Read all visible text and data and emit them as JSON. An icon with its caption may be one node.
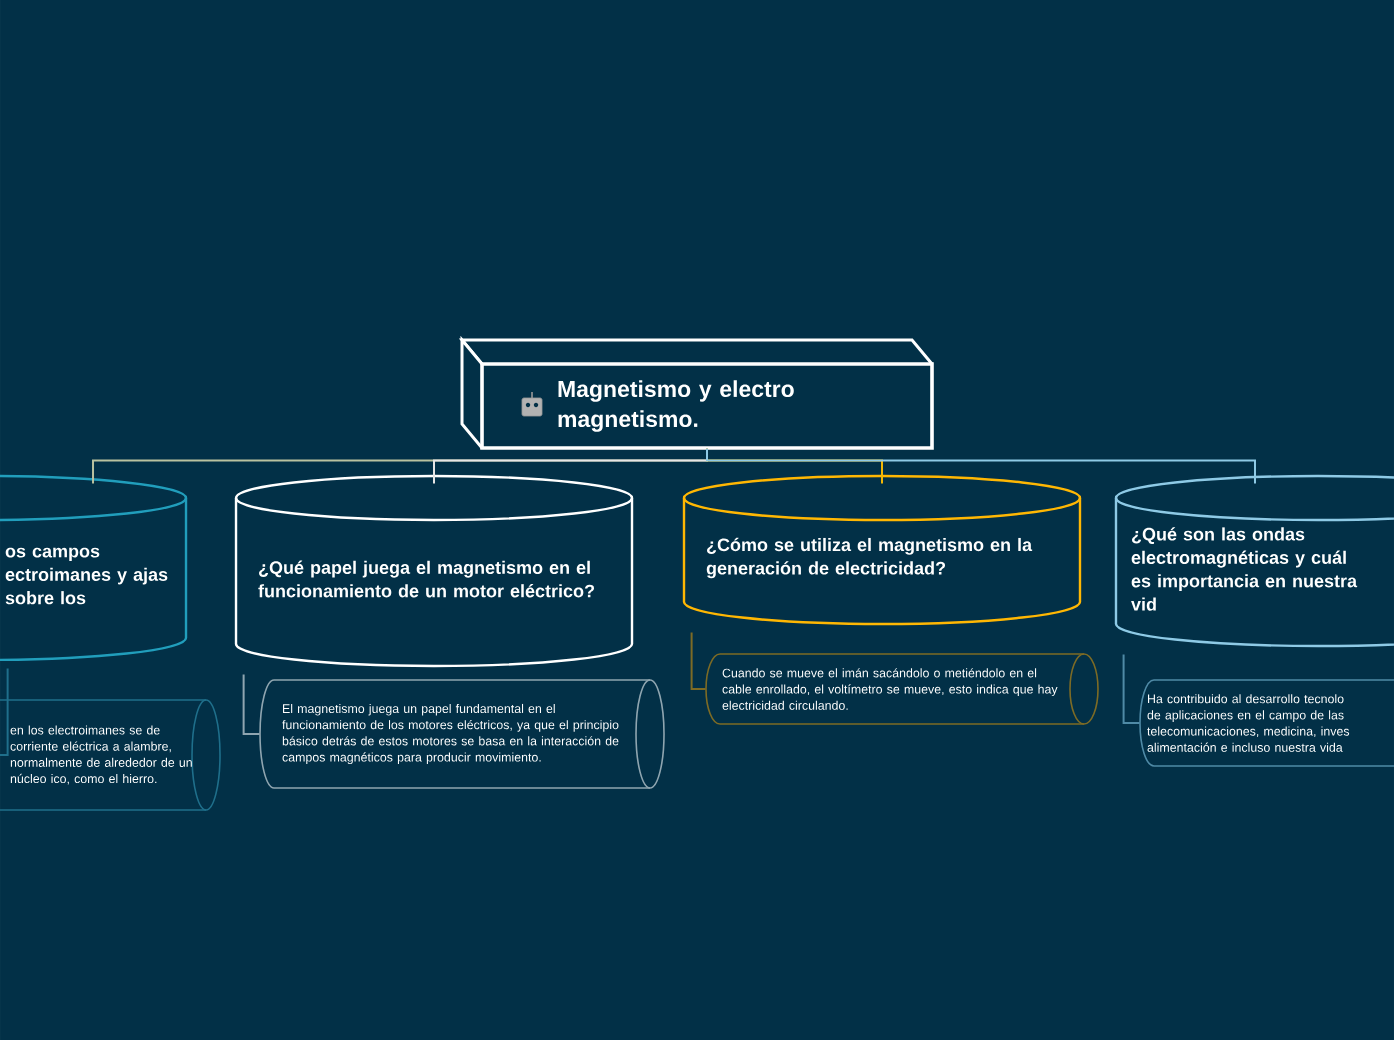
{
  "diagram": {
    "nodes": [
      {
        "text": [
          "Magnetismo y electro magnetismo."
        ]
      },
      {
        "text": [
          "os campos ectroimanes y ajas sobre los"
        ]
      },
      {
        "text": [
          "¿Qué papel juega el magnetismo en el funcionamiento de un motor eléctrico?"
        ]
      },
      {
        "text": [
          "¿Cómo se utiliza el magnetismo en la generación de electricidad?"
        ]
      },
      {
        "text": [
          "¿Qué son las ondas electromagnéticas y cuál es importancia en nuestra vid"
        ]
      },
      {
        "text": [
          "en los electroimanes se de corriente eléctrica a alambre, normalmente de alrededor de un núcleo ico, como el hierro."
        ]
      },
      {
        "text": [
          "El magnetismo juega un papel fundamental en el funcionamiento de los motores eléctricos, ya que el principio básico detrás de estos motores se basa en la interacción de campos magnéticos para producir movimiento."
        ]
      },
      {
        "text": [
          "Cuando se mueve el imán sacándolo o metiéndolo en el cable enrollado, el voltímetro se mueve, esto indica que hay electricidad circulando."
        ]
      },
      {
        "text": [
          "Ha contribuido al desarrollo tecnolo de aplicaciones en el campo de las telecomunicaciones, medicina, inves alimentación e incluso nuestra vida"
        ]
      }
    ],
    "edges": [
      {
        "from": 0,
        "to": 1,
        "arrow": "none",
        "color": "#b9c2a0"
      },
      {
        "from": 0,
        "to": 2,
        "arrow": "none",
        "color": "#e6e6e6"
      },
      {
        "from": 0,
        "to": 3,
        "arrow": "none",
        "color": "#f2b705"
      },
      {
        "from": 0,
        "to": 4,
        "arrow": "none",
        "color": "#8ecae6"
      },
      {
        "from": 1,
        "to": 5,
        "arrow": "none",
        "color": "#1f6f8b"
      },
      {
        "from": 2,
        "to": 6,
        "arrow": "none",
        "color": "#8fa5b0"
      },
      {
        "from": 3,
        "to": 7,
        "arrow": "none",
        "color": "#7d6b25"
      },
      {
        "from": 4,
        "to": 8,
        "arrow": "none",
        "color": "#4f8aa6"
      }
    ]
  }
}
